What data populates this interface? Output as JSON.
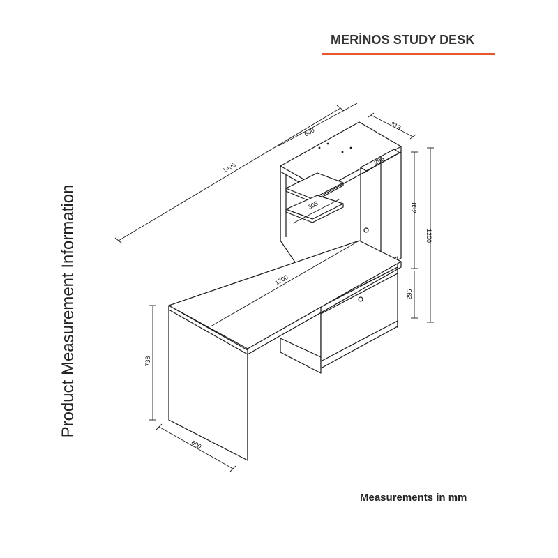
{
  "title": "MERİNOS STUDY DESK",
  "side_label": "Product Measurement Information",
  "units_note": "Measurements in mm",
  "accent_color": "#e8552e",
  "dimensions": {
    "total_length": "1495",
    "shelf_width": "600",
    "shelf_depth": "313",
    "inner_shelf_upper": "295",
    "inner_shelf_lower": "305",
    "upper_height": "832",
    "total_height": "1200",
    "drawer_height": "295",
    "desktop_length": "1200",
    "desk_height": "738",
    "desk_depth": "600"
  }
}
